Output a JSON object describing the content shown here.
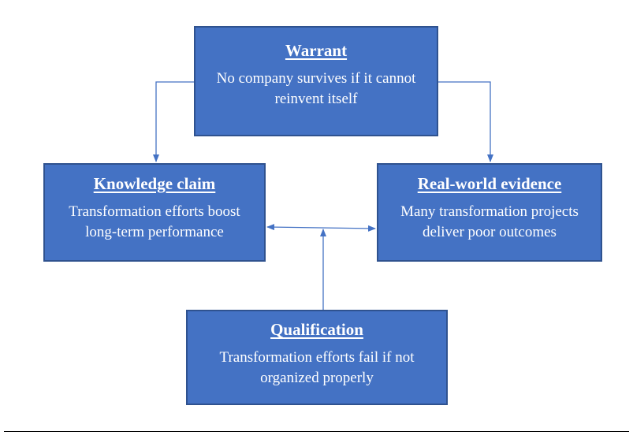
{
  "colors": {
    "box_fill": "#4472c4",
    "box_border": "#2f528f",
    "connector": "#4472c4",
    "text": "#ffffff"
  },
  "boxes": {
    "warrant": {
      "title": "Warrant",
      "body_line1": "No company survives if it cannot",
      "body_line2": "reinvent itself"
    },
    "knowledge_claim": {
      "title": "Knowledge claim",
      "body_line1": "Transformation efforts boost",
      "body_line2": "long-term performance"
    },
    "real_world_evidence": {
      "title": "Real-world evidence",
      "body_line1": "Many transformation projects",
      "body_line2": "deliver poor outcomes"
    },
    "qualification": {
      "title": "Qualification",
      "body_line1": "Transformation efforts fail if not",
      "body_line2": "organized properly"
    }
  }
}
